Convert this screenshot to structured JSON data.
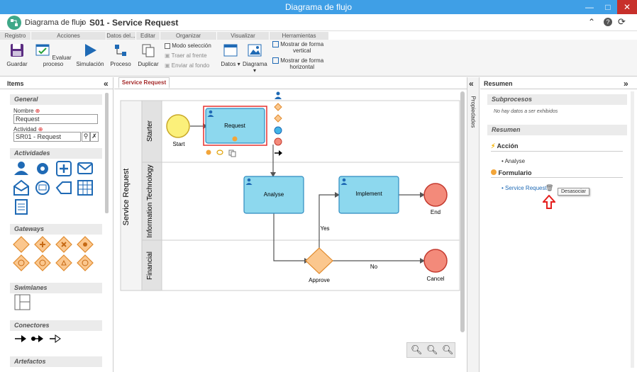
{
  "window": {
    "title": "Diagrama de flujo"
  },
  "header": {
    "app_name": "Diagrama de flujo",
    "separator": "›",
    "doc_title": "S01 - Service Request"
  },
  "ribbon": {
    "groups": [
      "Registro",
      "Acciones",
      "Datos del...",
      "Editar",
      "Organizar",
      "Visualizar",
      "Herramientas"
    ],
    "buttons": {
      "save": "Guardar",
      "evaluate": "Evaluar proceso",
      "simulate": "Simulación",
      "process": "Proceso",
      "duplicate": "Duplicar",
      "selection_mode": "Modo selección",
      "bring_front": "Traer al frente",
      "send_back": "Enviar al fondo",
      "data": "Datos",
      "diagram": "Diagrama",
      "show_vertical_1": "Mostrar de forma",
      "show_vertical_2": "vertical",
      "show_horizontal_1": "Mostrar de forma",
      "show_horizontal_2": "horizontal"
    }
  },
  "items_panel": {
    "title": "Items",
    "general": "General",
    "name_label": "Nombre",
    "name_value": "Request",
    "activity_label": "Actividad",
    "activity_value": "SR01 - Request",
    "sections": {
      "activities": "Actividades",
      "gateways": "Gateways",
      "swimlanes": "Swimlanes",
      "connectors": "Conectores",
      "artifacts": "Artefactos"
    }
  },
  "canvas": {
    "tab": "Service Request",
    "pool": "Service Request",
    "lanes": [
      "Starter",
      "Information Technology",
      "Financial"
    ],
    "nodes": {
      "start": "Start",
      "request": "Request",
      "analyse": "Analyse",
      "implement": "Implement",
      "end": "End",
      "approve": "Approve",
      "cancel": "Cancel"
    },
    "edges": {
      "yes": "Yes",
      "no": "No"
    }
  },
  "properties_tab": "Propiedades",
  "summary_panel": {
    "title": "Resumen",
    "subprocesses": "Subprocesos",
    "no_data": "No hay datos a ser exhibidos",
    "summary": "Resumen",
    "action": "Acción",
    "action_item": "Analyse",
    "form": "Formulario",
    "form_item": "Service Request",
    "tooltip": "Desasociar"
  },
  "colors": {
    "titlebar": "#3f9fe6",
    "activity_fill": "#8dd8ee",
    "activity_stroke": "#2e8bc0",
    "gateway_fill": "#fbc78e",
    "end_fill": "#f38a7a",
    "start_fill": "#fbf07a",
    "selection": "#e5312f",
    "icon_blue": "#1f6ab5"
  }
}
